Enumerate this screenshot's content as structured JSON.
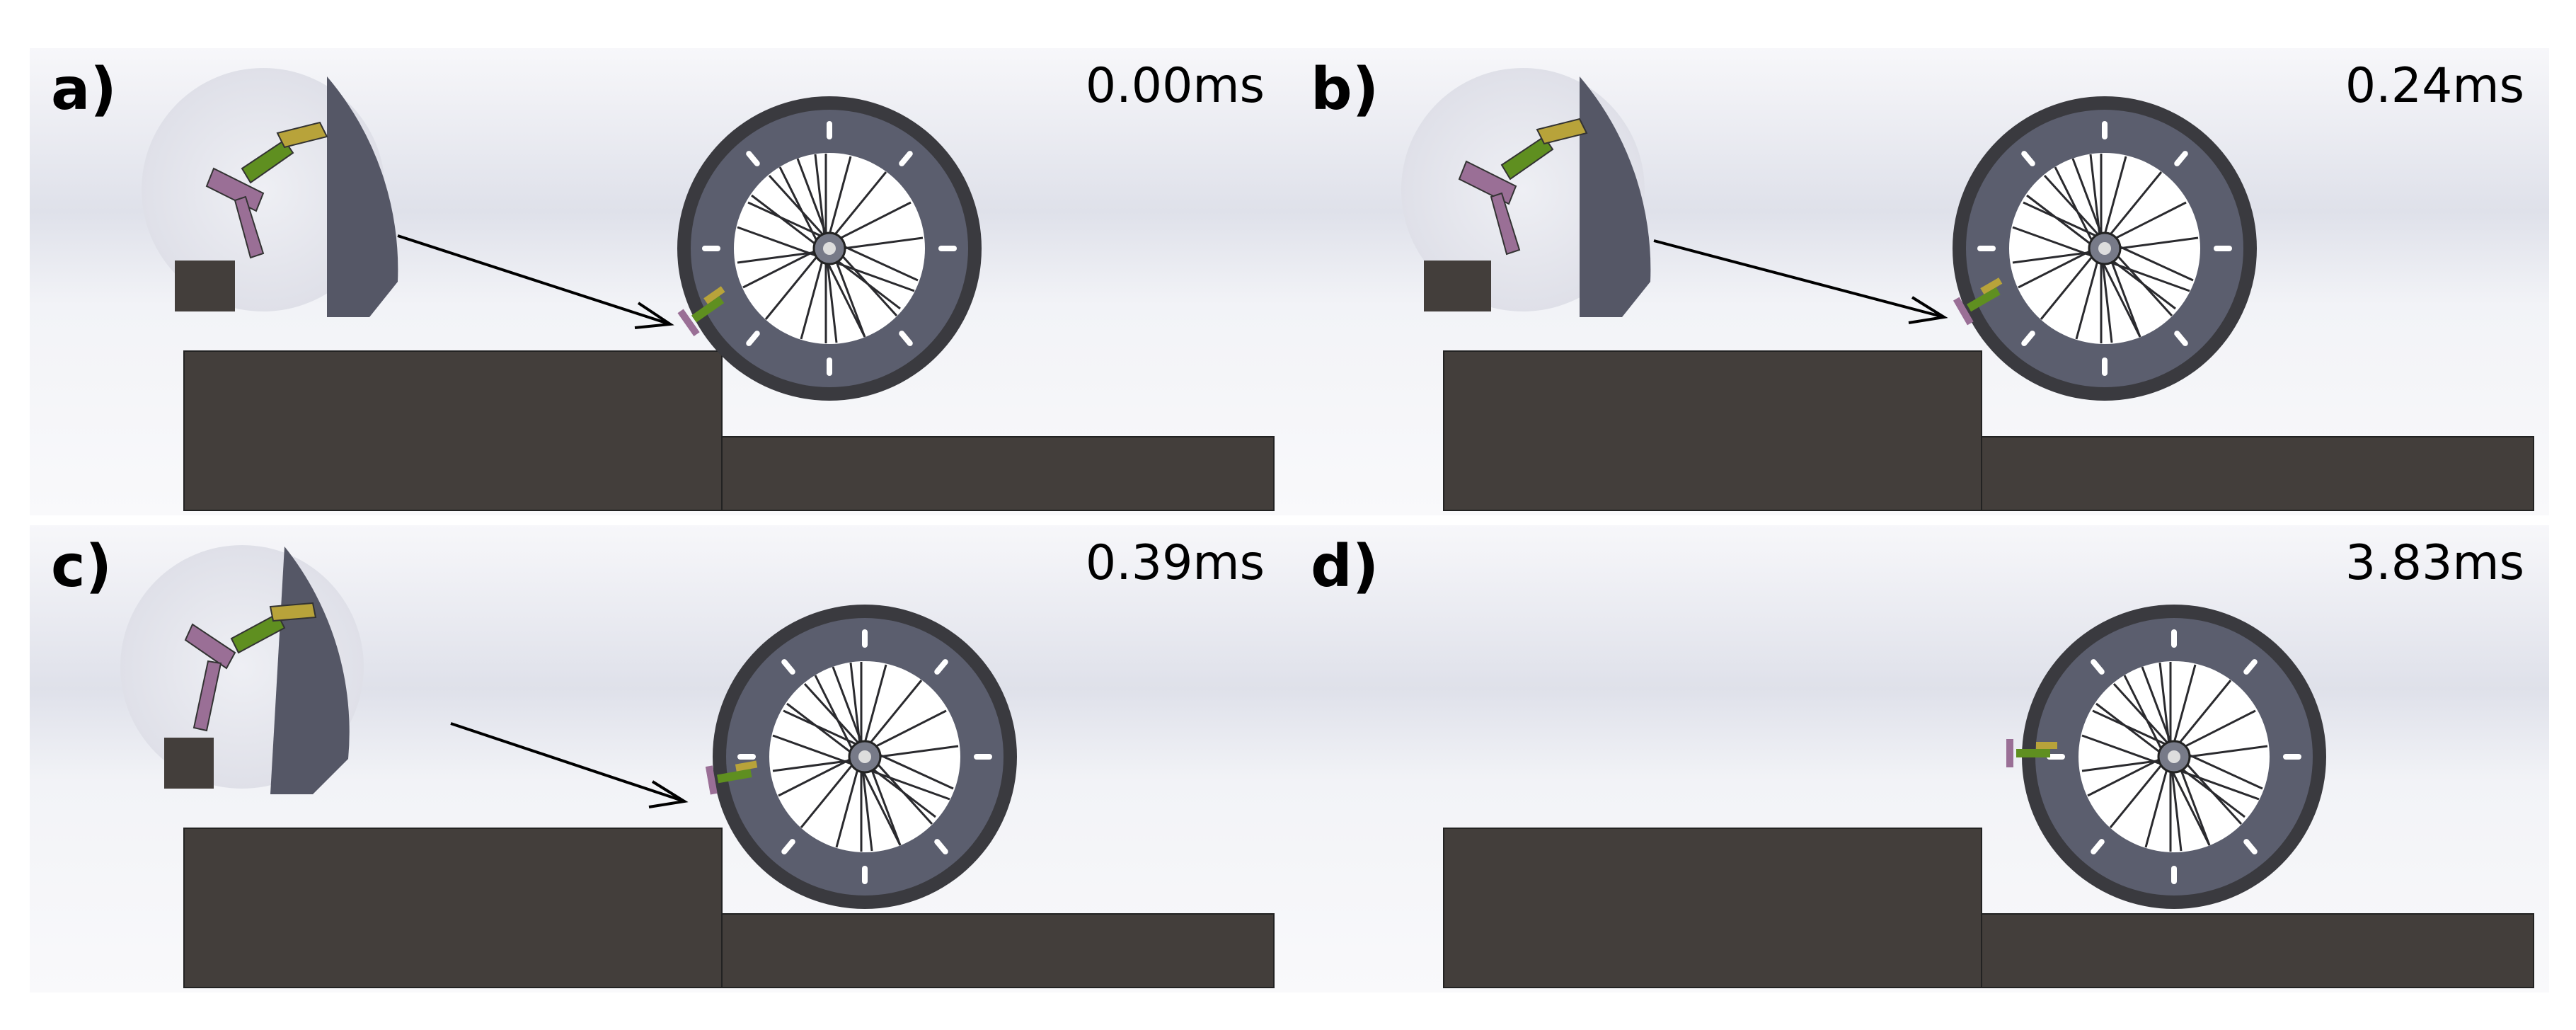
{
  "panels": [
    {
      "label": "a)",
      "time": "0.00ms"
    },
    {
      "label": "b)",
      "time": "0.24ms"
    },
    {
      "label": "c)",
      "time": "0.39ms"
    },
    {
      "label": "d)",
      "time": "3.83ms"
    }
  ],
  "colors": {
    "ground": "#433e3b",
    "tire": "#3a3a3f",
    "rim": "#5b5e6e",
    "mechanism_green": "#5f8f20",
    "mechanism_yellow": "#b8a33a",
    "mechanism_purple": "#9a6f96"
  }
}
